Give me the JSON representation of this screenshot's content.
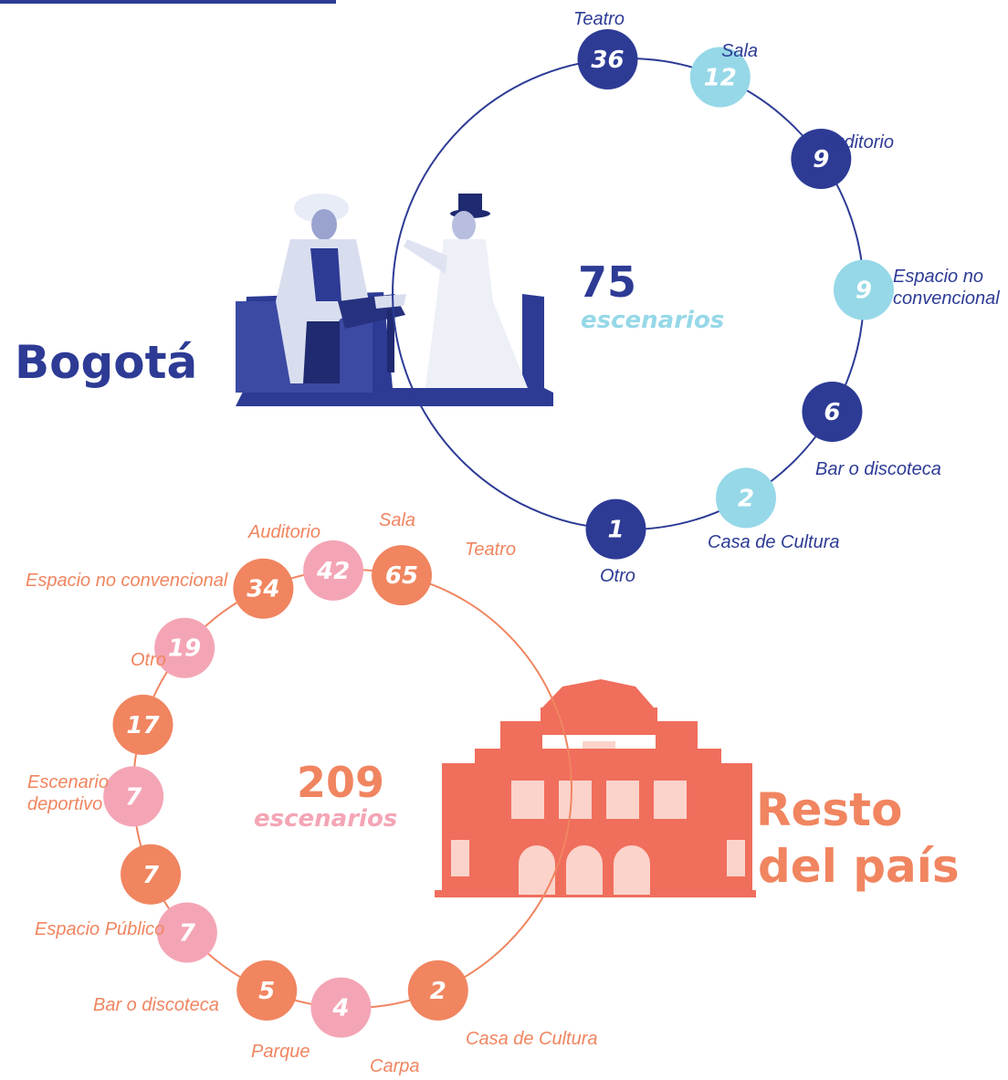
{
  "colors": {
    "bogota_dark": "#2d3b95",
    "bogota_light": "#96d8e8",
    "resto_dark": "#f08560",
    "resto_light": "#f4a5b5",
    "photo_tone": "#2d3b95",
    "building_tone": "#f06e5c"
  },
  "bogota": {
    "region": "Bogotá",
    "total": "75",
    "total_unit": "escenarios",
    "items": [
      {
        "category": "Teatro",
        "value": "36",
        "tone": "dark"
      },
      {
        "category": "Sala",
        "value": "12",
        "tone": "light"
      },
      {
        "category": "Auditorio",
        "value": "9",
        "tone": "dark"
      },
      {
        "category": "Espacio no convencional",
        "category_lines": [
          "Espacio no",
          "convencional"
        ],
        "value": "9",
        "tone": "light"
      },
      {
        "category": "Bar o discoteca",
        "value": "6",
        "tone": "dark"
      },
      {
        "category": "Casa de Cultura",
        "value": "2",
        "tone": "light"
      },
      {
        "category": "Otro",
        "value": "1",
        "tone": "dark"
      }
    ]
  },
  "resto": {
    "region": "Resto del país",
    "region_lines": [
      "Resto",
      "del país"
    ],
    "total": "209",
    "total_unit": "escenarios",
    "items": [
      {
        "category": "Teatro",
        "value": "65",
        "tone": "dark"
      },
      {
        "category": "Sala",
        "value": "42",
        "tone": "light"
      },
      {
        "category": "Auditorio",
        "value": "34",
        "tone": "dark"
      },
      {
        "category": "Espacio no convencional",
        "value": "19",
        "tone": "light"
      },
      {
        "category": "Otro",
        "value": "17",
        "tone": "dark"
      },
      {
        "category": "Escenario deportivo",
        "category_lines": [
          "Escenario",
          "deportivo"
        ],
        "value": "7",
        "tone": "light"
      },
      {
        "category": "Espacio Público",
        "value": "7",
        "tone": "dark"
      },
      {
        "category": "Bar o discoteca",
        "value": "7",
        "tone": "light"
      },
      {
        "category": "Parque",
        "value": "5",
        "tone": "dark"
      },
      {
        "category": "Carpa",
        "value": "4",
        "tone": "light"
      },
      {
        "category": "Casa de Cultura",
        "value": "2",
        "tone": "dark"
      }
    ]
  }
}
